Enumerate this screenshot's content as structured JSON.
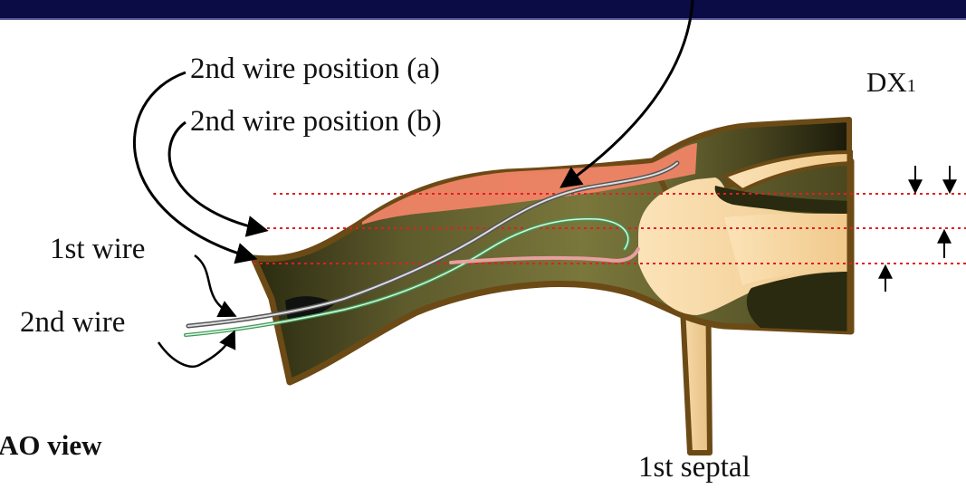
{
  "colors": {
    "banner": "#0b0b45",
    "vessel_outline": "#6b4a16",
    "vessel_dark": "#3a3a18",
    "vessel_mid": "#6e6b35",
    "lesion_orange": "#f08466",
    "septal_beige": "#f6d5a0",
    "guide_line": "#e02020"
  },
  "labels": {
    "wire_position_a": "2nd wire position (a)",
    "wire_position_b": "2nd wire position (b)",
    "first_wire": "1st wire",
    "second_wire": "2nd wire",
    "branch": "DX",
    "branch_sub": "1",
    "view": "AO view",
    "septal": "1st septal"
  },
  "icons": [
    "curved-pointer-arrow",
    "down-arrow",
    "up-arrow"
  ]
}
